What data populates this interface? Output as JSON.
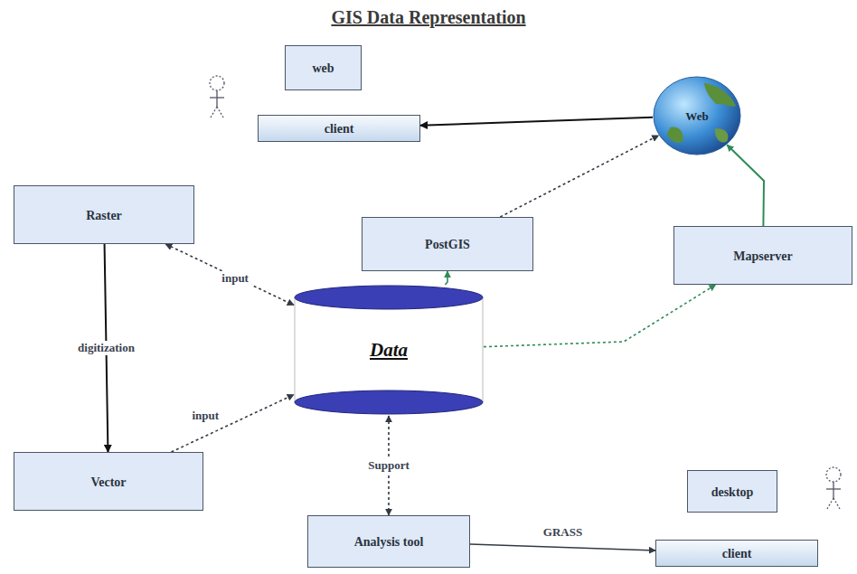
{
  "diagram": {
    "title": "GIS Data Representation",
    "nodes": [
      {
        "text": [
          "web"
        ]
      },
      {
        "text": [
          "client"
        ]
      },
      {
        "text": [
          "Web"
        ]
      },
      {
        "text": [
          "Raster"
        ]
      },
      {
        "text": [
          "PostGIS"
        ]
      },
      {
        "text": [
          "Mapserver"
        ]
      },
      {
        "text": [
          "Data"
        ]
      },
      {
        "text": [
          "Vector"
        ]
      },
      {
        "text": [
          "Analysis tool"
        ]
      },
      {
        "text": [
          "desktop"
        ]
      },
      {
        "text": [
          "client"
        ]
      }
    ],
    "edges": [
      {
        "from": 3,
        "to": 6,
        "label": "input",
        "arrow": "both"
      },
      {
        "from": 3,
        "to": 7,
        "label": "digitization",
        "arrow": "to"
      },
      {
        "from": 7,
        "to": 6,
        "label": "input",
        "arrow": "to"
      },
      {
        "from": 6,
        "to": 4,
        "arrow": "to"
      },
      {
        "from": 6,
        "to": 5,
        "arrow": "to"
      },
      {
        "from": 4,
        "to": 2,
        "arrow": "to"
      },
      {
        "from": 5,
        "to": 2,
        "arrow": "to"
      },
      {
        "from": 2,
        "to": 1,
        "arrow": "to"
      },
      {
        "from": 6,
        "to": 8,
        "label": "Support",
        "arrow": "both"
      },
      {
        "from": 8,
        "to": 10,
        "label": "GRASS",
        "arrow": "to"
      }
    ]
  }
}
